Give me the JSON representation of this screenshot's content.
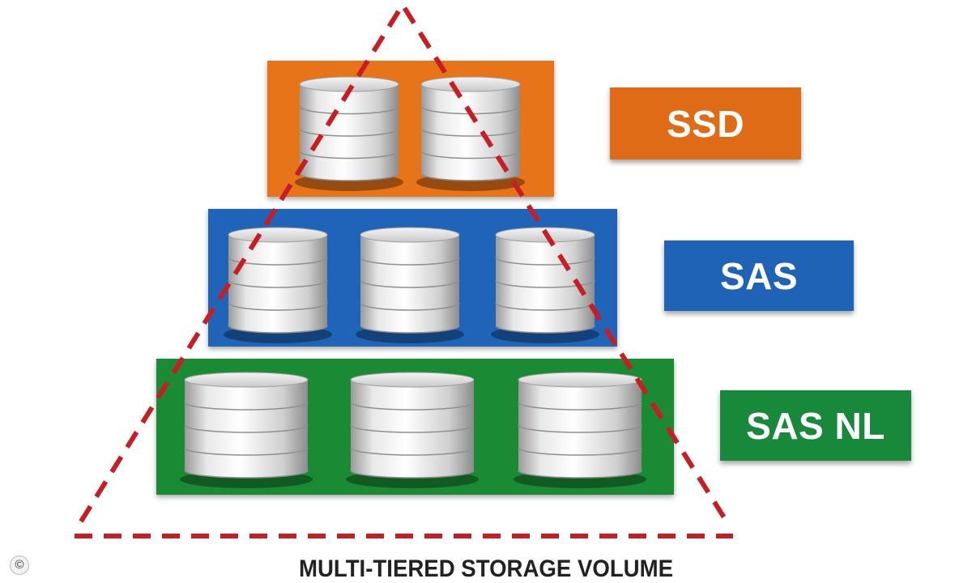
{
  "tiers": {
    "ssd": {
      "label": "SSD",
      "color": "#e8741a",
      "label_color": "#e06b16",
      "disk_count": 2
    },
    "sas": {
      "label": "SAS",
      "color": "#1f64b8",
      "label_color": "#1f63b6",
      "disk_count": 3
    },
    "sas_nl": {
      "label": "SAS NL",
      "color": "#1b8a34",
      "label_color": "#18893a",
      "disk_count": 3
    }
  },
  "pyramid": {
    "color": "#c81e23",
    "style": "dashed"
  },
  "caption": "MULTI-TIERED STORAGE VOLUME",
  "copyright": "©",
  "icons": [
    "database-disk-icon",
    "copyright-icon"
  ]
}
